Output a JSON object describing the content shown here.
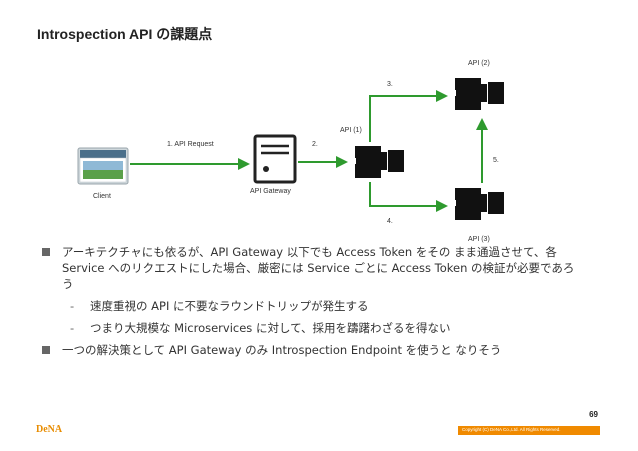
{
  "slide": {
    "title": "Introspection API の課題点",
    "page_number": "69",
    "copyright": "Copyright (C) DeNA Co.,Ltd. All Rights Reserved.",
    "logo_text": "DeNA"
  },
  "diagram": {
    "client_label": "Client",
    "gateway_label": "API Gateway",
    "api1_label": "API (1)",
    "api2_label": "API (2)",
    "api3_label": "API (3)",
    "step1_label": "1. API Request",
    "step2_label": "2.",
    "step3_label": "3.",
    "step4_label": "4.",
    "step5_label": "5.",
    "arrow_color": "#2e9a2e"
  },
  "bullets": {
    "item1": "アーキテクチャにも依るが、API Gateway 以下でも Access Token をその まま通過させて、各 Service へのリクエストにした場合、厳密には Service ごとに Access Token の検証が必要であろう",
    "sub1": "速度重視の API に不要なラウンドトリップが発生する",
    "sub2": "つまり大規模な Microservices に対して、採用を躊躇わざるを得ない",
    "item2": "一つの解決策として API Gateway のみ Introspection Endpoint を使うと なりそう"
  }
}
